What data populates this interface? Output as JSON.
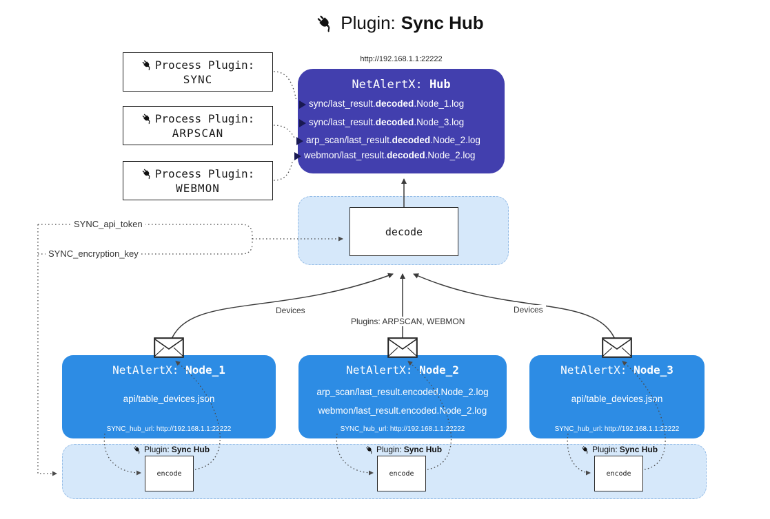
{
  "colors": {
    "hub_fill": "#423fae",
    "node_fill": "#2d8ce4",
    "panel_fill": "#d6e8fa"
  },
  "title": {
    "prefix": "Plugin: ",
    "bold": "Sync Hub"
  },
  "process_plugins": [
    {
      "label": "Process Plugin:",
      "name": "SYNC"
    },
    {
      "label": "Process Plugin:",
      "name": "ARPSCAN"
    },
    {
      "label": "Process Plugin:",
      "name": "WEBMON"
    }
  ],
  "hub": {
    "url": "http://192.168.1.1:22222",
    "title_prefix": "NetAlertX: ",
    "title_bold": "Hub",
    "entries": [
      {
        "pre": "sync/last_result.",
        "bold": "decoded",
        "post": ".Node_1.log"
      },
      {
        "pre": "sync/last_result.",
        "bold": "decoded",
        "post": ".Node_3.log"
      },
      {
        "pre": "arp_scan/last_result.",
        "bold": "decoded",
        "post": ".Node_2.log"
      },
      {
        "pre": "webmon/last_result.",
        "bold": "decoded",
        "post": ".Node_2.log"
      }
    ]
  },
  "decode": {
    "label": "decode"
  },
  "tokens": {
    "api_token": "SYNC_api_token",
    "encryption_key": "SYNC_encryption_key"
  },
  "edges": {
    "left": "Devices",
    "center": "Plugins: ARPSCAN, WEBMON",
    "right": "Devices"
  },
  "nodes": [
    {
      "title_prefix": "NetAlertX: ",
      "title_bold": "Node_1",
      "files": [
        "api/table_devices.json"
      ],
      "hub_url": "SYNC_hub_url: http://192.168.1.1:22222"
    },
    {
      "title_prefix": "NetAlertX: ",
      "title_bold": "Node_2",
      "files": [
        "arp_scan/last_result.encoded.Node_2.log",
        "webmon/last_result.encoded.Node_2.log"
      ],
      "hub_url": "SYNC_hub_url: http://192.168.1.1:22222"
    },
    {
      "title_prefix": "NetAlertX: ",
      "title_bold": "Node_3",
      "files": [
        "api/table_devices.json"
      ],
      "hub_url": "SYNC_hub_url: http://192.168.1.1:22222"
    }
  ],
  "encoders": [
    {
      "plugin_prefix": "Plugin: ",
      "plugin_bold": "Sync Hub",
      "label": "encode"
    },
    {
      "plugin_prefix": "Plugin: ",
      "plugin_bold": "Sync Hub",
      "label": "encode"
    },
    {
      "plugin_prefix": "Plugin: ",
      "plugin_bold": "Sync Hub",
      "label": "encode"
    }
  ]
}
